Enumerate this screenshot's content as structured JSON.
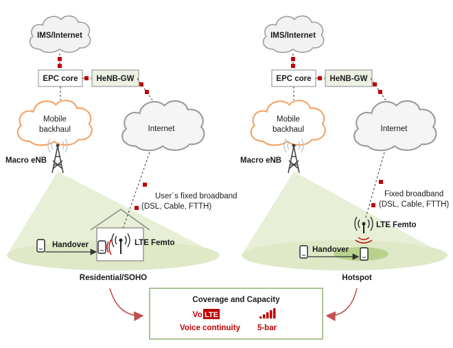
{
  "left": {
    "cloud_top": "IMS/Internet",
    "epc": "EPC core",
    "henb": "HeNB-GW",
    "backhaul_line1": "Mobile",
    "backhaul_line2": "backhaul",
    "internet": "Internet",
    "macro": "Macro eNB",
    "broadband_line1": "User´s fixed broadband",
    "broadband_line2": "(DSL, Cable, FTTH)",
    "handover": "Handover",
    "femto": "LTE Femto",
    "caption": "Residential/SOHO"
  },
  "right": {
    "cloud_top": "IMS/Internet",
    "epc": "EPC core",
    "henb": "HeNB-GW",
    "backhaul_line1": "Mobile",
    "backhaul_line2": "backhaul",
    "internet": "Internet",
    "macro": "Macro eNB",
    "broadband_line1": "Fixed broadband",
    "broadband_line2": "(DSL, Cable, FTTH)",
    "handover": "Handover",
    "femto": "LTE Femto",
    "caption": "Hotspot"
  },
  "summary": {
    "title": "Coverage and Capacity",
    "volte_prefix": "Vo",
    "volte_badge": "LTE",
    "voice_label": "Voice continuity",
    "bars_label": "5-bar"
  },
  "colors": {
    "accent_red": "#c00000",
    "orange_cloud": "#f0a060",
    "coverage_green": "#e3eccf",
    "box_green_fill": "#ecf1e4",
    "summary_border": "#8fb070"
  }
}
